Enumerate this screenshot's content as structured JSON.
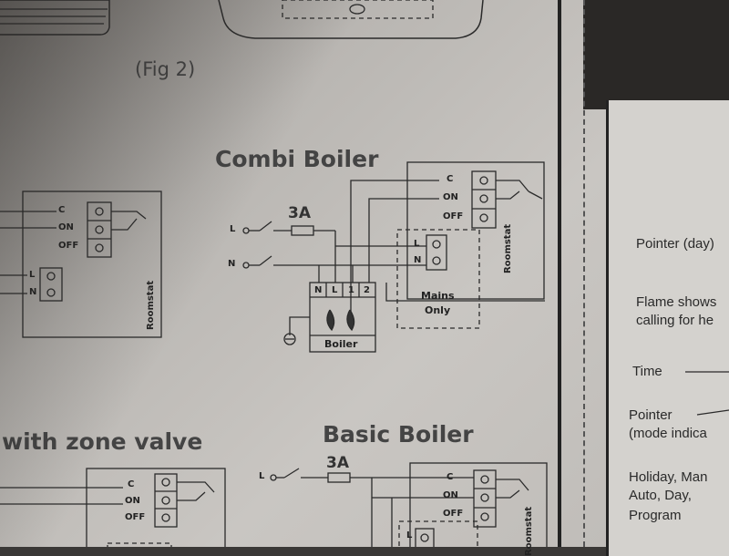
{
  "figure_label": "(Fig 2)",
  "combi": {
    "title": "Combi Boiler",
    "fuse": "3A",
    "live": "L",
    "neutral": "N",
    "terminals": {
      "c": "C",
      "on": "ON",
      "off": "OFF"
    },
    "roomstat": "Roomstat",
    "mains_block": {
      "l": "L",
      "n": "N",
      "label_1": "Mains",
      "label_2": "Only"
    },
    "boiler_terminals": [
      "N",
      "L",
      "1",
      "2"
    ],
    "boiler_label": "Boiler"
  },
  "left_diagram": {
    "terminals": {
      "c": "C",
      "on": "ON",
      "off": "OFF"
    },
    "mains": {
      "l": "L",
      "n": "N"
    },
    "roomstat": "Roomstat"
  },
  "zone_valve": {
    "title": "with zone valve",
    "terminals": {
      "c": "C",
      "on": "ON",
      "off": "OFF"
    }
  },
  "basic": {
    "title": "Basic Boiler",
    "fuse": "3A",
    "live": "L",
    "terminals": {
      "c": "C",
      "on": "ON",
      "off": "OFF"
    },
    "mains_l": "L",
    "roomstat": "Roomstat"
  },
  "right_panel": {
    "pointer_day": "Pointer (day)",
    "flame_1": "Flame shows",
    "flame_2": "calling for he",
    "time": "Time",
    "pointer_1": "Pointer",
    "pointer_2": "(mode indica",
    "modes_1": "Holiday, Man",
    "modes_2": "Auto, Day,",
    "modes_3": "Program"
  }
}
